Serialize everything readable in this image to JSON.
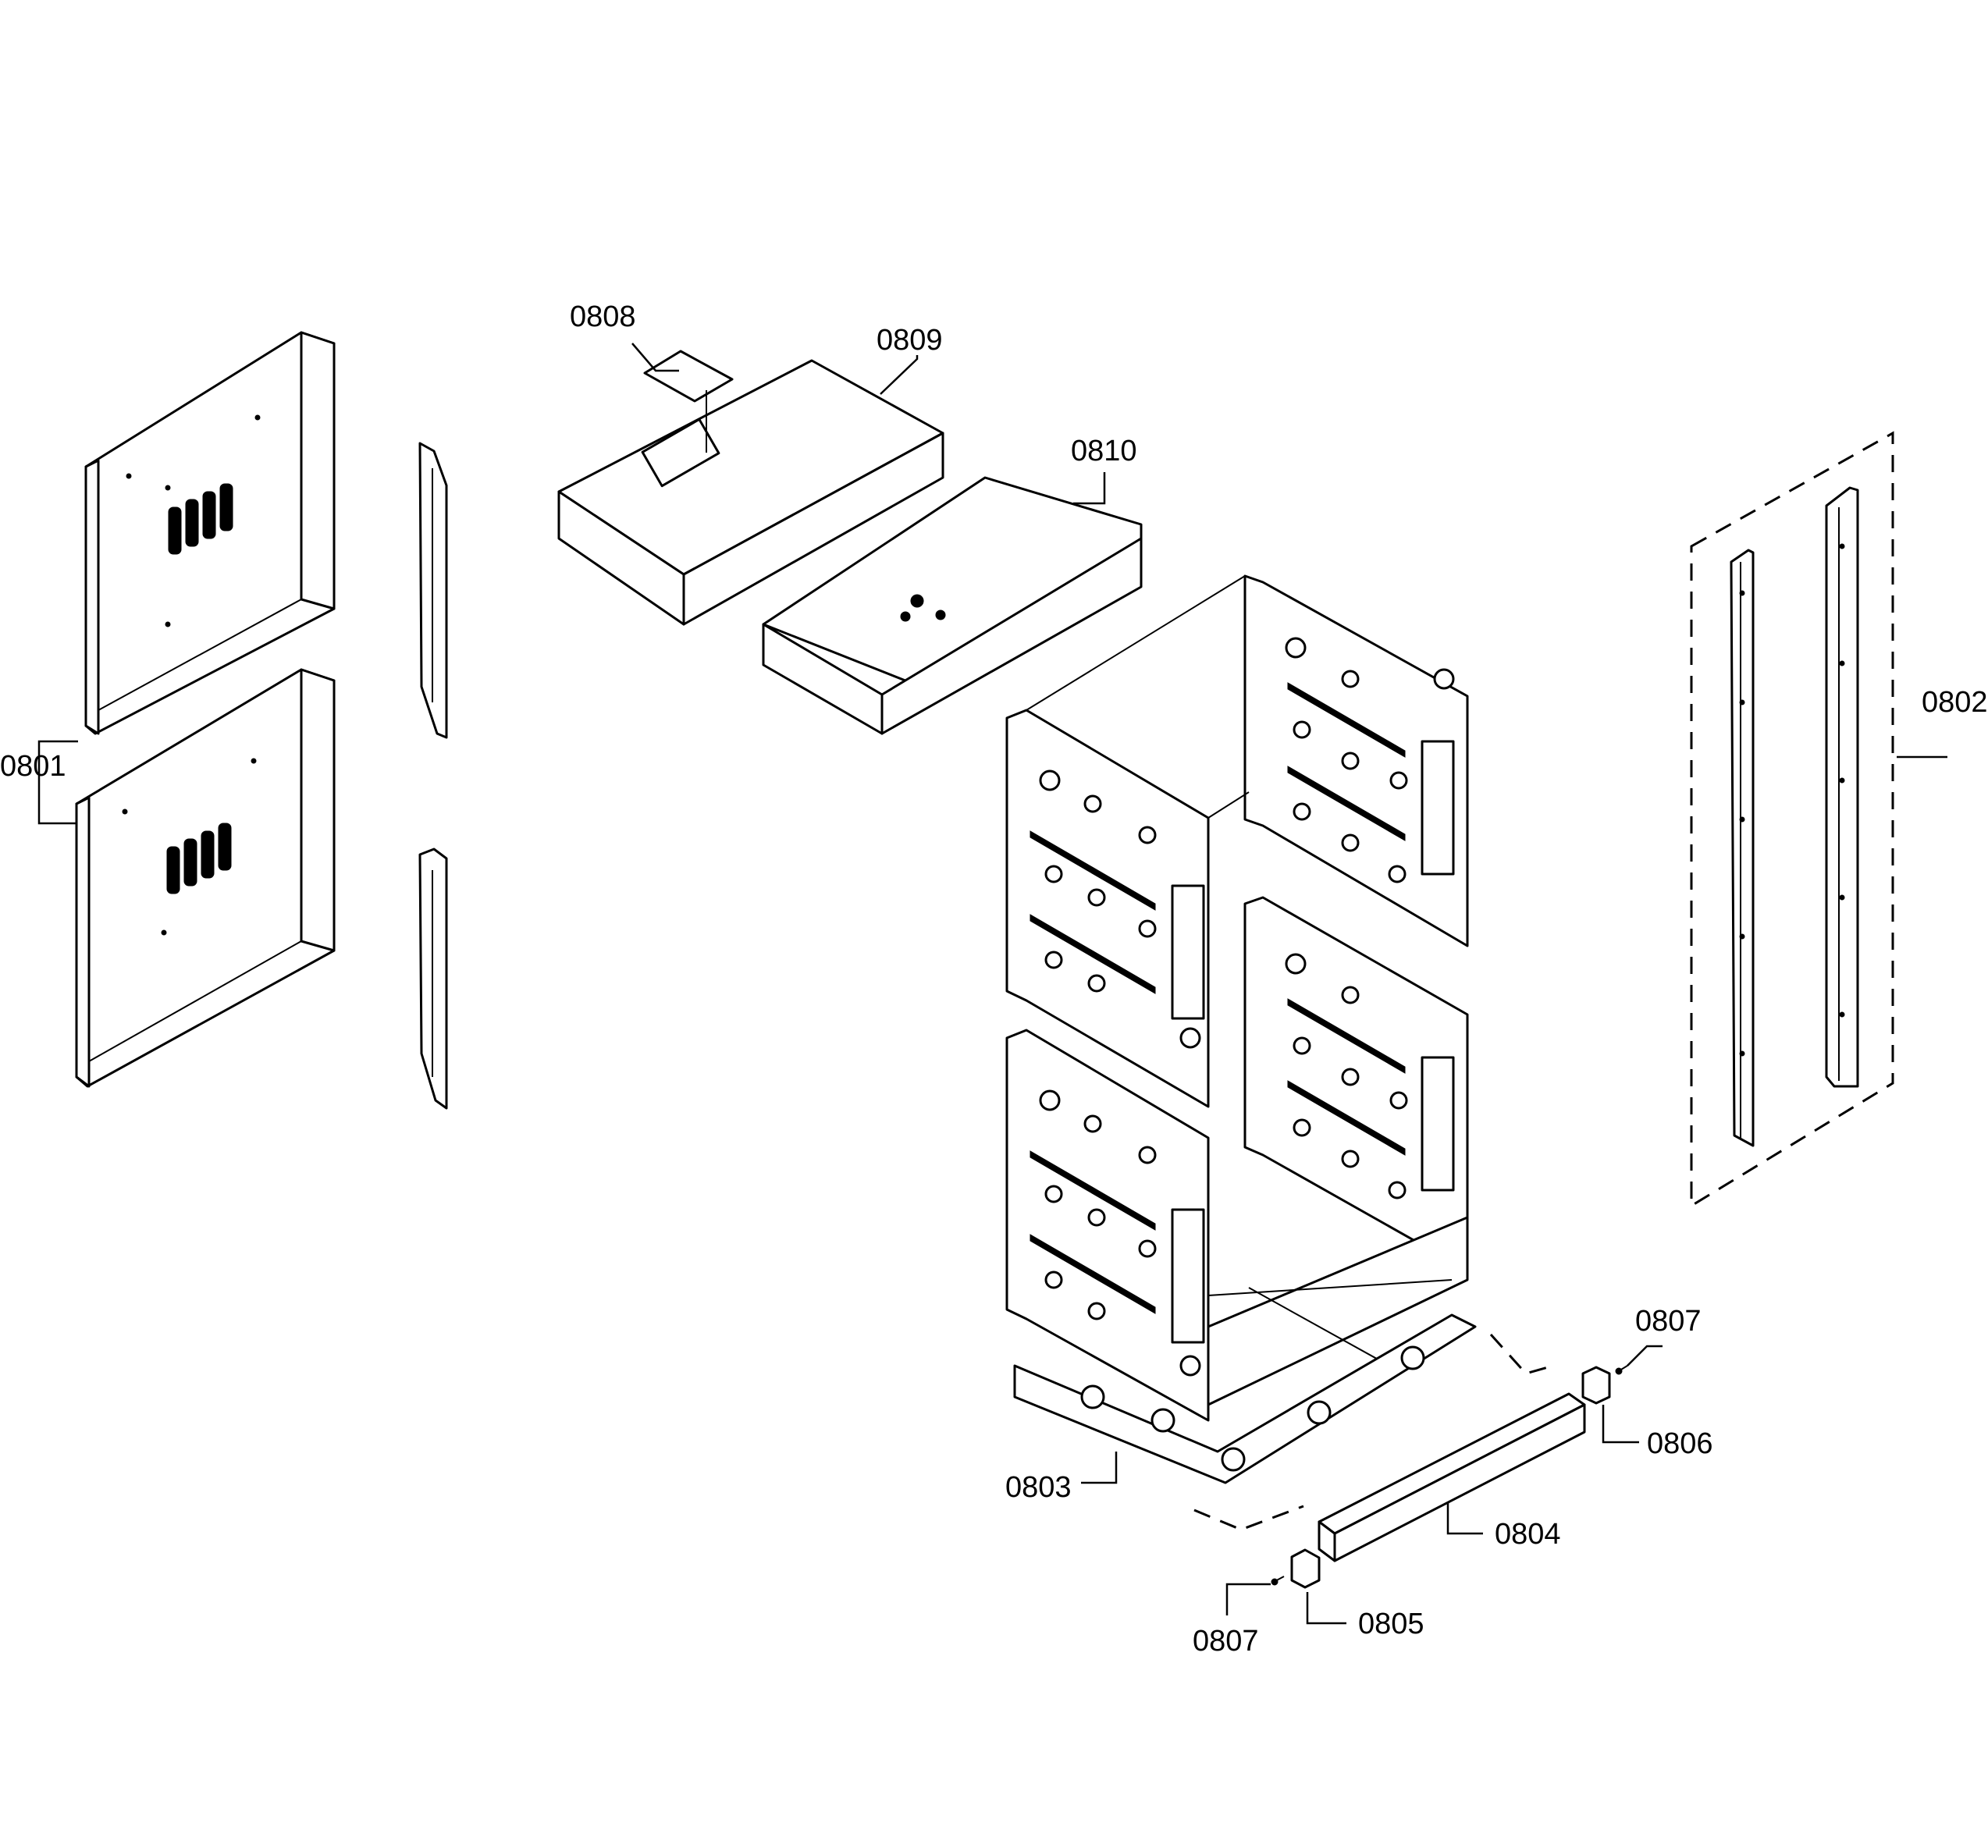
{
  "diagram": {
    "callouts": [
      {
        "id": "0801",
        "text": "0801"
      },
      {
        "id": "0802",
        "text": "0802"
      },
      {
        "id": "0803",
        "text": "0803"
      },
      {
        "id": "0804",
        "text": "0804"
      },
      {
        "id": "0805",
        "text": "0805"
      },
      {
        "id": "0806",
        "text": "0806"
      },
      {
        "id": "0807a",
        "text": "0807"
      },
      {
        "id": "0807b",
        "text": "0807"
      },
      {
        "id": "0808",
        "text": "0808"
      },
      {
        "id": "0809",
        "text": "0809"
      },
      {
        "id": "0810",
        "text": "0810"
      }
    ]
  }
}
